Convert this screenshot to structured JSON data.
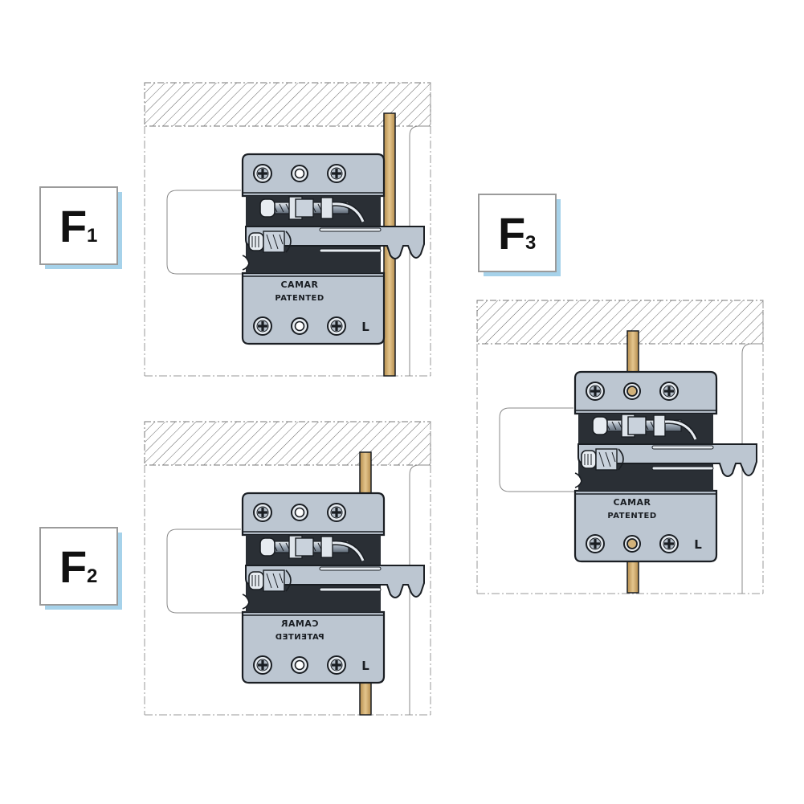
{
  "figures": [
    {
      "id": "f1",
      "tag_letter": "F",
      "tag_sub": "1",
      "brand": "CAMAR",
      "mark": "PATENTED",
      "side": "L",
      "text_mirrored": false
    },
    {
      "id": "f2",
      "tag_letter": "F",
      "tag_sub": "2",
      "brand": "CAMAR",
      "mark": "PATENTED",
      "side": "L",
      "text_mirrored": true
    },
    {
      "id": "f3",
      "tag_letter": "F",
      "tag_sub": "3",
      "brand": "CAMAR",
      "mark": "PATENTED",
      "side": "L",
      "text_mirrored": false
    }
  ],
  "colors": {
    "plate": "#bcc6d1",
    "plate_shade": "#9aa6b3",
    "outline": "#1a1e23",
    "panel": "#d2b27a",
    "tag_shadow": "#a6d2ea",
    "hatch": "#555555",
    "cabinet_line": "#8a8a8a"
  }
}
